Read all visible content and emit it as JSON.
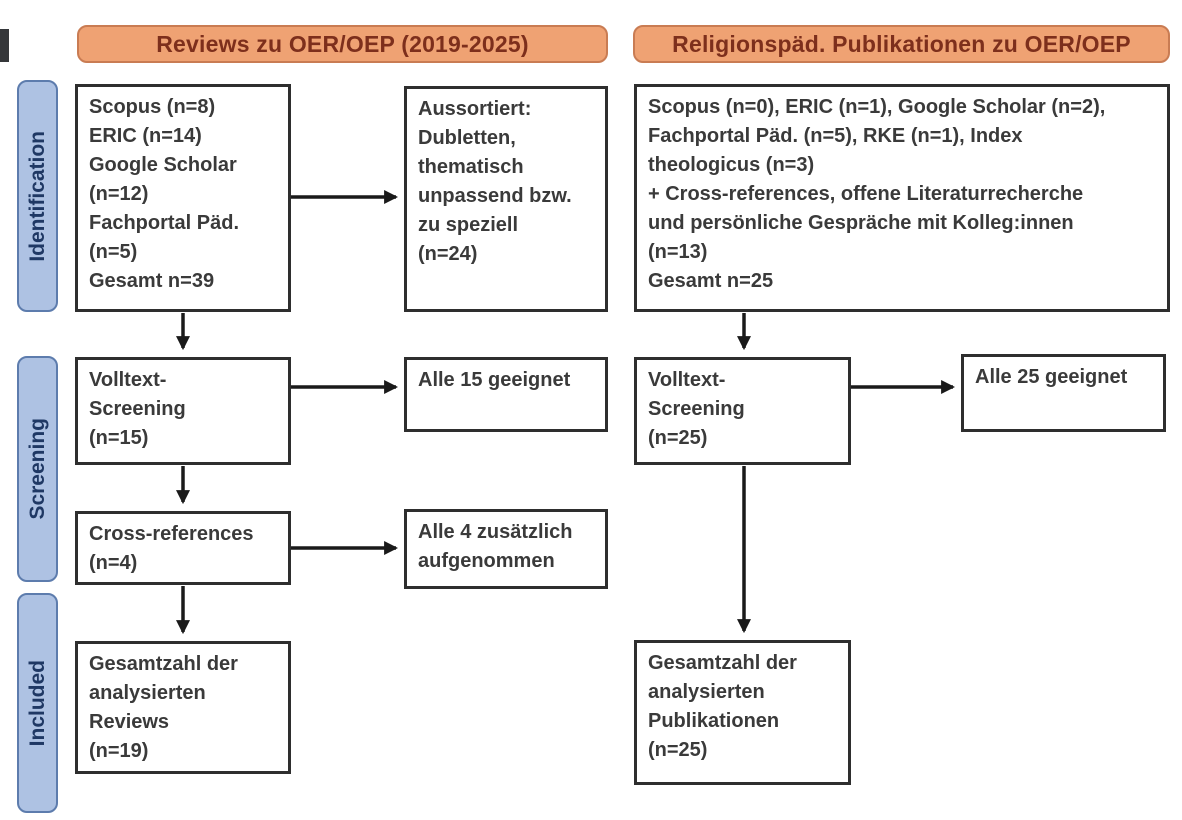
{
  "headers": {
    "left": "Reviews zu OER/OEP (2019-2025)",
    "right": "Religionspäd. Publikationen zu OER/OEP"
  },
  "stages": [
    {
      "label": "Identification"
    },
    {
      "label": "Screening"
    },
    {
      "label": "Included"
    }
  ],
  "left_column": {
    "sources": "Scopus (n=8)\nERIC (n=14)\nGoogle Scholar\n(n=12)\nFachportal Päd.\n(n=5)\nGesamt n=39",
    "excluded": "Aussortiert:\nDubletten,\nthematisch\nunpassend bzw.\nzu speziell\n(n=24)",
    "fulltext_screening": "Volltext-\nScreening\n(n=15)",
    "fulltext_result": "Alle 15 geeignet",
    "cross_references": "Cross-references\n(n=4)",
    "cross_references_result": "Alle 4 zusätzlich\naufgenommen",
    "included_total": "Gesamtzahl der\nanalysierten\nReviews\n(n=19)"
  },
  "right_column": {
    "sources": "Scopus (n=0), ERIC (n=1), Google Scholar (n=2),\nFachportal Päd. (n=5), RKE (n=1), Index\ntheologicus (n=3)\n+ Cross-references, offene Literaturrecherche\nund persönliche Gespräche mit Kolleg:innen\n(n=13)\nGesamt n=25",
    "fulltext_screening": "Volltext-\nScreening\n(n=25)",
    "fulltext_result": "Alle 25 geeignet",
    "included_total": "Gesamtzahl der\nanalysierten\nPublikationen\n(n=25)"
  },
  "colors": {
    "header_fill": "#efa273",
    "header_border": "#c97c53",
    "header_text": "#7d2f1c",
    "stage_fill": "#aec2e3",
    "stage_border": "#5d7cad",
    "stage_text": "#1f3864",
    "box_border": "#2e2e2e",
    "box_text": "#3a3a3a",
    "arrow": "#1a1a1a",
    "background": "#ffffff"
  }
}
